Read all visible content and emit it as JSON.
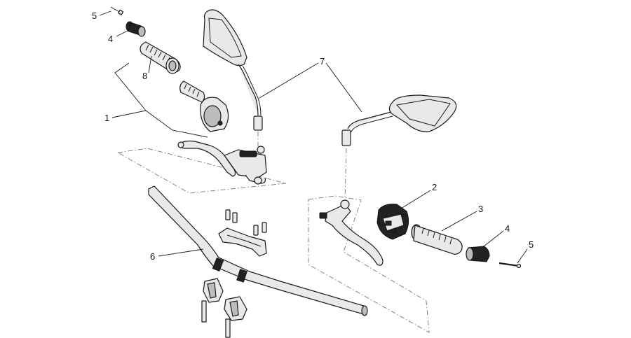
{
  "callouts": {
    "c1": "1",
    "c2": "2",
    "c3": "3",
    "c4_left": "4",
    "c4_right": "4",
    "c5_left": "5",
    "c5_right": "5",
    "c6": "6",
    "c7": "7",
    "c8": "8"
  }
}
